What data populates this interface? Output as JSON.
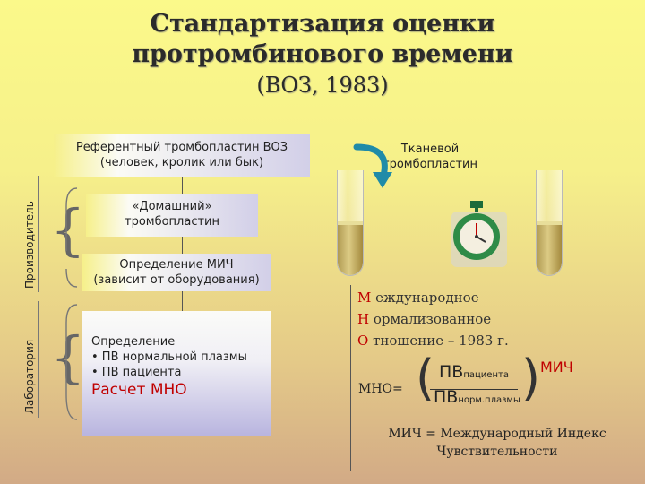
{
  "title": {
    "line1": "Стандартизация оценки",
    "line2": "протромбинового времени",
    "line3": "(ВОЗ, 1983)"
  },
  "side_labels": {
    "manufacturer": "Производитель",
    "laboratory": "Лаборатория"
  },
  "boxes": {
    "reference_line1": "Референтный тромбопластин ВОЗ",
    "reference_line2": "(человек, кролик или бык)",
    "home_line1": "«Домашний»",
    "home_line2": "тромбопластин",
    "mich_line1": "Определение МИЧ",
    "mich_line2": "(зависит от оборудования)",
    "lab_line1": "Определение",
    "lab_line2": "• ПВ нормальной плазмы",
    "lab_line3": "• ПВ пациента",
    "lab_calc": "Расчет МНО"
  },
  "tissue_label": {
    "line1": "Тканевой",
    "line2": "тромбопластин"
  },
  "mno_expansion": [
    {
      "first": "М",
      "rest": " еждународное"
    },
    {
      "first": "Н",
      "rest": " ормализованное"
    },
    {
      "first": "О",
      "rest": " тношение – 1983 г."
    }
  ],
  "formula": {
    "lhs": "МНО=",
    "numerator": "ПВ",
    "numerator_sub": "пациента",
    "denominator": "ПВ",
    "denominator_sub": "норм.плазмы",
    "exponent": "МИЧ"
  },
  "mich_definition": {
    "line1": "МИЧ = Международный Индекс",
    "line2": "Чувствительности"
  },
  "colors": {
    "accent_red": "#c00000",
    "arrow_teal": "#1f8ba8",
    "background_top": "#fbf98a",
    "background_bottom": "#d2aa86"
  },
  "icons": [
    "arrow-icon",
    "stopwatch-icon",
    "test-tube-icon"
  ]
}
